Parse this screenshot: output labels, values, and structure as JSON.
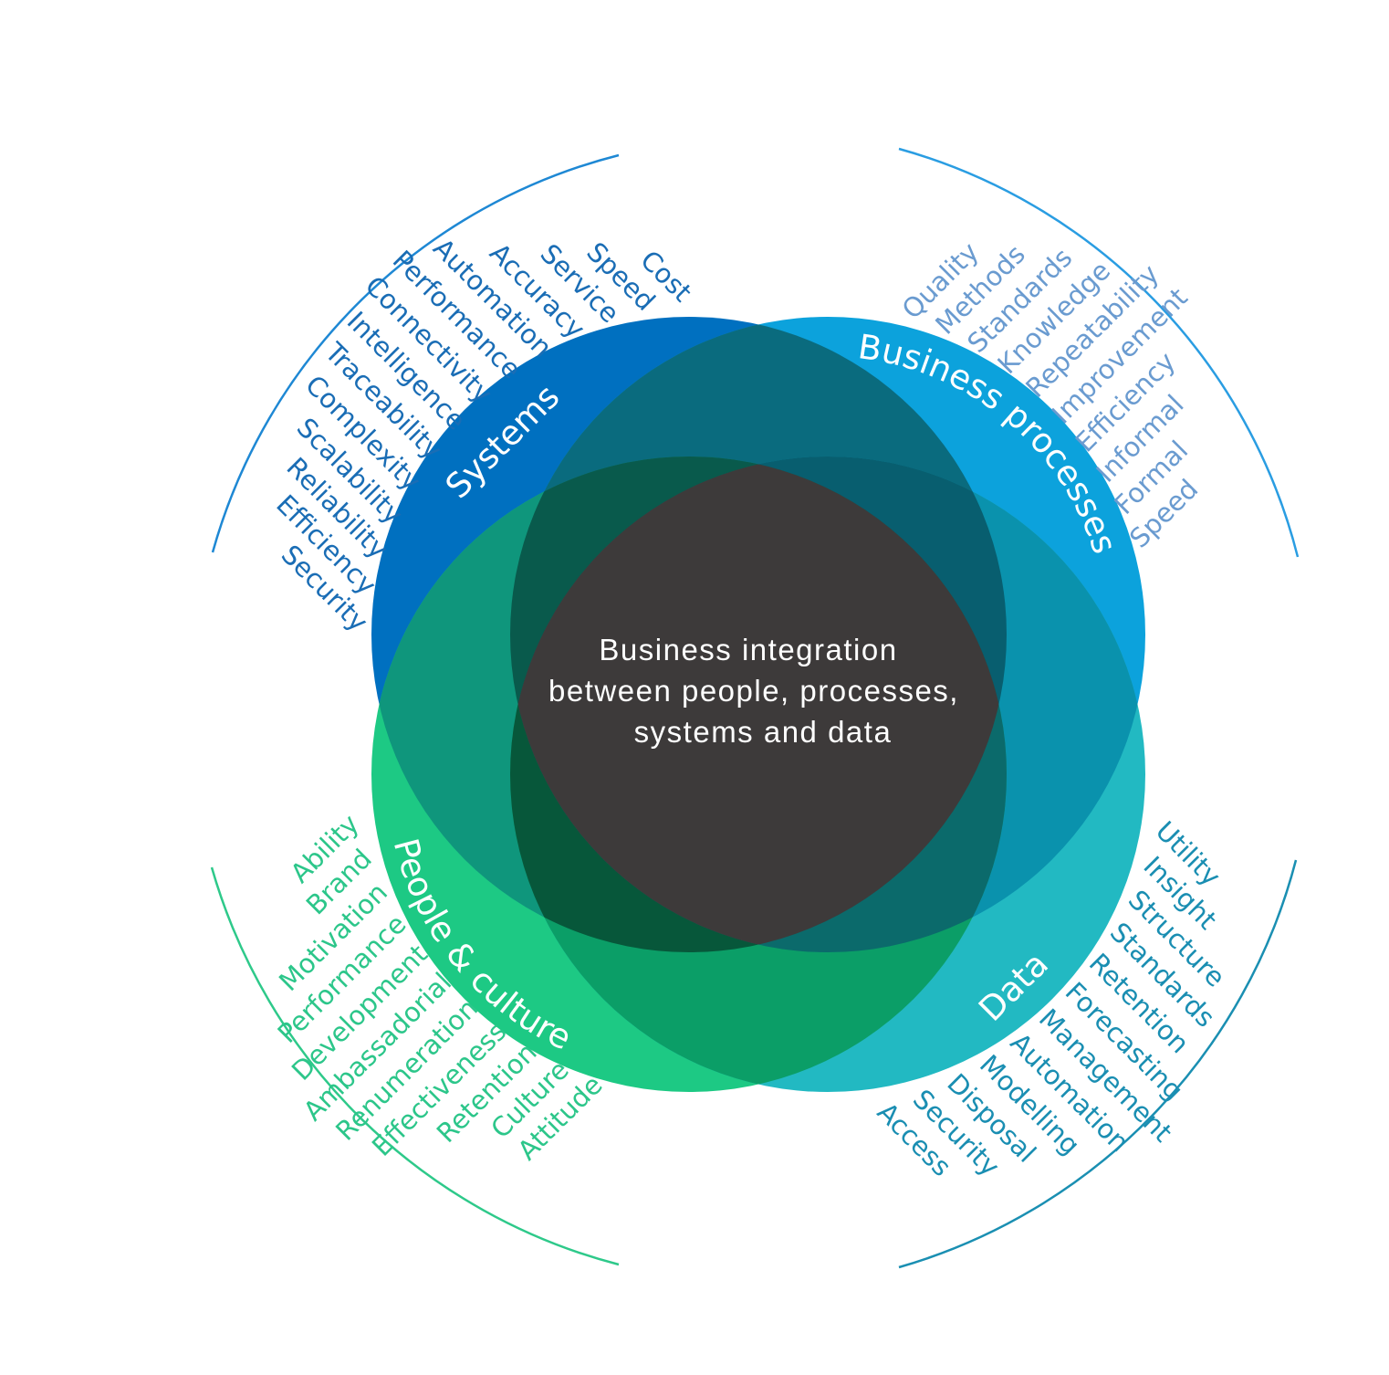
{
  "center_text": [
    "Business integration",
    "between people, processes,",
    "systems and data"
  ],
  "quadrants": {
    "systems": {
      "label": "Systems",
      "color": "#0070c0",
      "word_color": "#1a6db5",
      "arc_color": "#1e88d4",
      "words": [
        "Cost",
        "Speed",
        "Service",
        "Accuracy",
        "Automation",
        "Performance",
        "Connectivity",
        "Intelligence",
        "Traceability",
        "Complexity",
        "Scalability",
        "Reliability",
        "Efficiency",
        "Security"
      ]
    },
    "business_processes": {
      "label": "Business processes",
      "color": "#0ca2dc",
      "word_color": "#6a9bd0",
      "arc_color": "#2a9de2",
      "words": [
        "Quality",
        "Methods",
        "Standards",
        "Knowledge",
        "Repeatability",
        "Improvement",
        "Efficiency",
        "Informal",
        "Formal",
        "Speed"
      ]
    },
    "people_culture": {
      "label": "People & culture",
      "color": "#1dc984",
      "word_color": "#2cc68a",
      "arc_color": "#2ec98a",
      "words": [
        "Ability",
        "Brand",
        "Motivation",
        "Performance",
        "Development",
        "Ambassadorial",
        "Renumeration",
        "Effectiveness",
        "Retention",
        "Culture",
        "Attitude"
      ]
    },
    "data": {
      "label": "Data",
      "color": "#22b9c2",
      "word_color": "#1a8eb2",
      "arc_color": "#1a8fb2",
      "words": [
        "Utility",
        "Insight",
        "Structure",
        "Standards",
        "Retention",
        "Forecasting",
        "Management",
        "Automation",
        "Modelling",
        "Disposal",
        "Security",
        "Access"
      ]
    }
  },
  "overlap_colors": {
    "systems_business": "#0a6b7e",
    "systems_people": "#0f967c",
    "business_data": "#0a92ad",
    "people_data": "#0b9e67",
    "systems_data": "#0a6b72",
    "business_people": "#0b7a70",
    "systems_business_people": "#095a4c",
    "systems_business_data": "#085e6f",
    "systems_people_data": "#07573a",
    "business_people_data": "#0b6a6b",
    "all": "#3d3a3a"
  }
}
